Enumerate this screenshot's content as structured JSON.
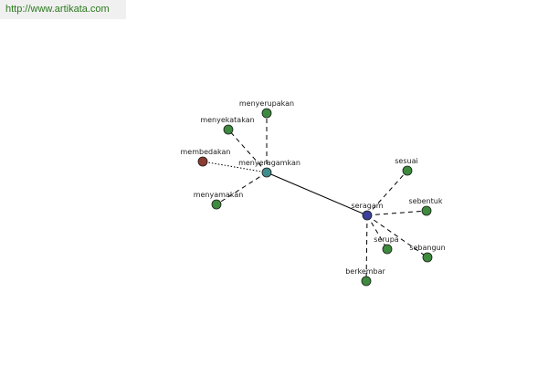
{
  "header": {
    "site_url": "http://www.artikata.com"
  },
  "graph": {
    "colors": {
      "hub_primary": "#3b3f9a",
      "hub_secondary": "#3f8c8c",
      "synonym": "#3e8a3e",
      "antonym": "#8c3b30",
      "edge": "#000000",
      "node_stroke": "#1a1a1a"
    },
    "nodes": [
      {
        "id": "seragam",
        "label": "seragam",
        "kind": "hub_primary"
      },
      {
        "id": "menyeragamkan",
        "label": "menyeragamkan",
        "kind": "hub_secondary"
      },
      {
        "id": "menyerupakan",
        "label": "menyerupakan",
        "kind": "synonym"
      },
      {
        "id": "menyekatakan",
        "label": "menyekatakan",
        "kind": "synonym"
      },
      {
        "id": "membedakan",
        "label": "membedakan",
        "kind": "antonym"
      },
      {
        "id": "menyamakan",
        "label": "menyamakan",
        "kind": "synonym"
      },
      {
        "id": "sesuai",
        "label": "sesuai",
        "kind": "synonym"
      },
      {
        "id": "sebentuk",
        "label": "sebentuk",
        "kind": "synonym"
      },
      {
        "id": "serupa",
        "label": "serupa",
        "kind": "synonym"
      },
      {
        "id": "sebangun",
        "label": "sebangun",
        "kind": "synonym"
      },
      {
        "id": "berkembar",
        "label": "berkembar",
        "kind": "synonym"
      }
    ],
    "edges": [
      {
        "from": "menyeragamkan",
        "to": "seragam",
        "style": "solid"
      },
      {
        "from": "menyeragamkan",
        "to": "menyerupakan",
        "style": "dashed"
      },
      {
        "from": "menyeragamkan",
        "to": "menyekatakan",
        "style": "dashed"
      },
      {
        "from": "menyeragamkan",
        "to": "membedakan",
        "style": "dotted"
      },
      {
        "from": "menyeragamkan",
        "to": "menyamakan",
        "style": "dashed"
      },
      {
        "from": "seragam",
        "to": "sesuai",
        "style": "dashed"
      },
      {
        "from": "seragam",
        "to": "sebentuk",
        "style": "dashed"
      },
      {
        "from": "seragam",
        "to": "serupa",
        "style": "dashed"
      },
      {
        "from": "seragam",
        "to": "sebangun",
        "style": "dashed"
      },
      {
        "from": "seragam",
        "to": "berkembar",
        "style": "dashed"
      }
    ]
  }
}
